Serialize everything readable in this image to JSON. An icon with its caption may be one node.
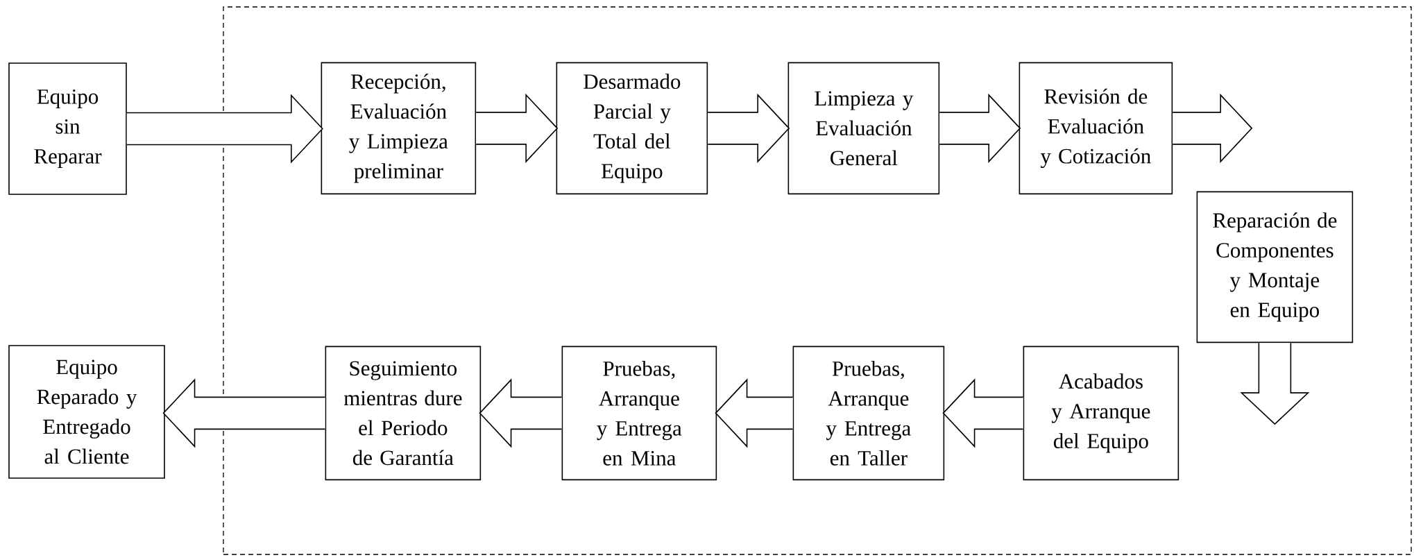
{
  "diagram": {
    "nodes": [
      {
        "text": [
          "Equipo sin Reparar"
        ]
      },
      {
        "text": [],
        "shape": "box"
      },
      {
        "text": [
          "Recepción, Evaluación y Limpieza preliminar"
        ],
        "in": 1
      },
      {
        "text": [
          "Desarmado Parcial y Total del Equipo"
        ],
        "in": 1
      },
      {
        "text": [
          "Limpieza y Evaluación General"
        ],
        "in": 1
      },
      {
        "text": [
          "Revisión de Evaluación y Cotización"
        ],
        "in": 1
      },
      {
        "text": [
          "Reparación de Componentes y Montaje en Equipo"
        ],
        "in": 1
      },
      {
        "text": [
          "Acabados y Arranque del Equipo"
        ],
        "in": 1
      },
      {
        "text": [
          "Pruebas, Arranque y Entrega en Taller"
        ],
        "in": 1
      },
      {
        "text": [
          "Pruebas, Arranque y Entrega en Mina"
        ],
        "in": 1
      },
      {
        "text": [
          "Seguimiento mientras dure el Periodo de Garantía"
        ],
        "in": 1
      },
      {
        "text": [
          "Equipo Reparado y Entregado al Cliente"
        ]
      }
    ],
    "edges": [
      {
        "from": 0,
        "to": 2,
        "arrow": "to"
      },
      {
        "from": 2,
        "to": 3,
        "arrow": "to"
      },
      {
        "from": 3,
        "to": 4,
        "arrow": "to"
      },
      {
        "from": 4,
        "to": 5,
        "arrow": "to"
      },
      {
        "from": 5,
        "to": 6,
        "arrow": "to"
      },
      {
        "from": 6,
        "to": 7,
        "arrow": "to"
      },
      {
        "from": 7,
        "to": 8,
        "arrow": "to"
      },
      {
        "from": 8,
        "to": 9,
        "arrow": "to"
      },
      {
        "from": 9,
        "to": 10,
        "arrow": "to"
      },
      {
        "from": 10,
        "to": 11,
        "arrow": "to"
      }
    ]
  }
}
